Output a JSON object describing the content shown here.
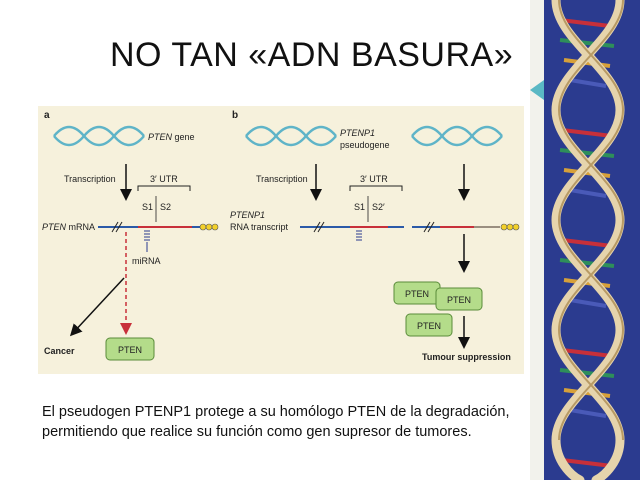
{
  "title": "NO TAN «ADN BASURA»",
  "panel_a": {
    "label": "a",
    "gene_label": "PTEN",
    "gene_suffix": " gene",
    "transcription": "Transcription",
    "utr": "3′ UTR",
    "s1": "S1",
    "s2": "S2",
    "mrna_label": "PTEN",
    "mrna_suffix": " mRNA",
    "mirna": "miRNA",
    "cancer": "Cancer",
    "protein": "PTEN"
  },
  "panel_b": {
    "label": "b",
    "gene_label": "PTENP1",
    "gene_sub": "pseudogene",
    "transcription": "Transcription",
    "utr": "3′ UTR",
    "s1": "S1",
    "s2": "S2′",
    "rna_label": "PTENP1",
    "rna_sub": "RNA transcript",
    "protein_1": "PTEN",
    "protein_2": "PTEN",
    "protein_3": "PTEN",
    "outcome": "Tumour suppression"
  },
  "caption": {
    "line1": "El pseudogen PTENP1 protege  a su homólogo PTEN de la degradación,",
    "line2": "permitiendo que realice su función como gen supresor de tumores."
  },
  "colors": {
    "background": "#ffffff",
    "panel_bg": "#f6f1dc",
    "helix": "#5fb4c8",
    "mrna_blue": "#2b5aa8",
    "mrna_red": "#c8303a",
    "protein_fill": "#b4dc8a",
    "protein_stroke": "#5a8c3a",
    "dashed_arrow": "#c8303a",
    "dna_strip_bg": "#2b3b8f",
    "dna_backbone": "#e6d4ac"
  }
}
